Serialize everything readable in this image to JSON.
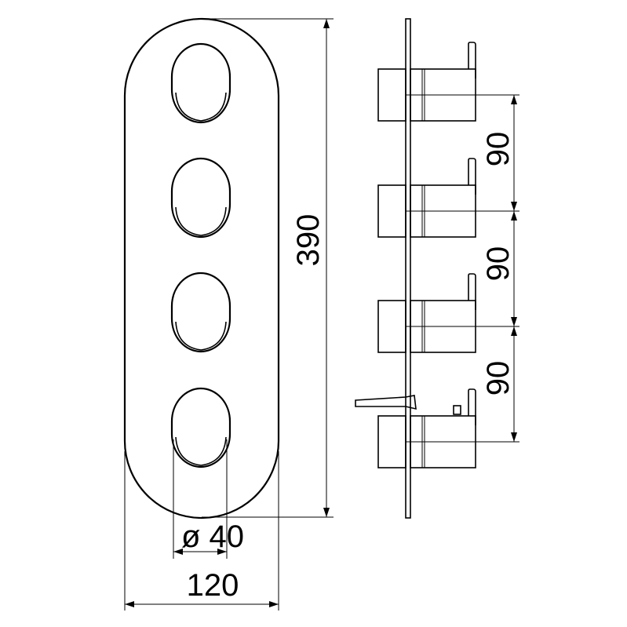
{
  "drawing": {
    "dimensions": {
      "height": "390",
      "width": "120",
      "diameter": "ø 40",
      "spacing_top": "90",
      "spacing_middle": "90",
      "spacing_bottom": "90"
    }
  }
}
